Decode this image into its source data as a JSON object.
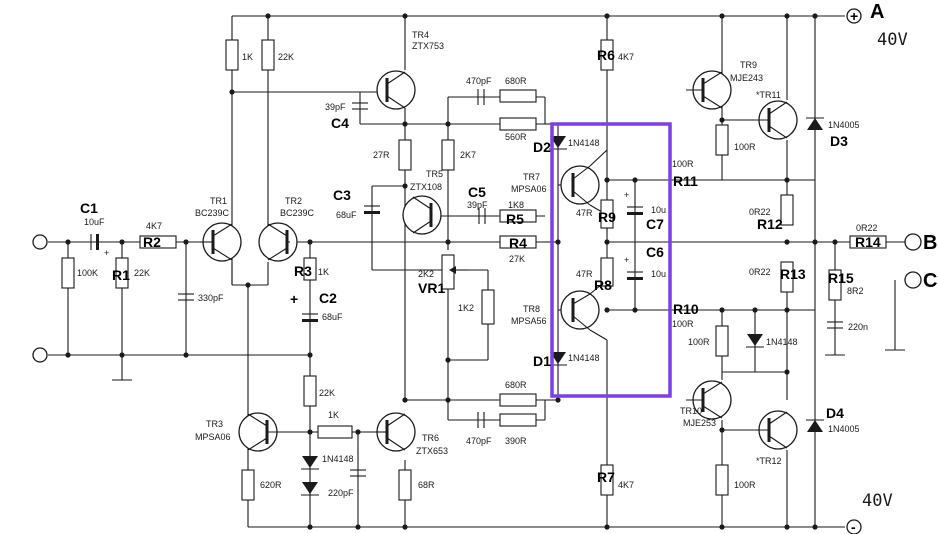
{
  "supply": {
    "top_terminal": "A",
    "top_voltage": "40V",
    "bottom_voltage": "40V",
    "plus_sign": "+",
    "minus_sign": "-"
  },
  "outputs": {
    "b": "B",
    "c": "C"
  },
  "components": {
    "r_1k_top": "1K",
    "r_22k_top": "22K",
    "tr4_name": "TR4",
    "tr4_type": "ZTX753",
    "c_39pf": "39pF",
    "c4": "C4",
    "c_470pf_top": "470pF",
    "r_680r_top": "680R",
    "r_560r": "560R",
    "r6": "R6",
    "r6_val": "4K7",
    "tr9_name": "TR9",
    "tr9_type": "MJE243",
    "tr11_name": "*TR11",
    "r_100r_tr9": "100R",
    "d3_type": "1N4005",
    "d3": "D3",
    "d2": "D2",
    "d2_type": "1N4148",
    "r_27r": "27R",
    "r_2k7": "2K7",
    "tr5_name": "TR5",
    "tr5_type": "ZTX108",
    "c3": "C3",
    "c3_val": "68uF",
    "c5": "C5",
    "c5_val": "39pF",
    "r5": "R5",
    "r5_val": "1K8",
    "tr7_name": "TR7",
    "tr7_type": "MPSA06",
    "r9": "R9",
    "r9_val": "47R",
    "c7": "C7",
    "c7_val": "10u",
    "r11": "R11",
    "r11_val": "100R",
    "r12": "R12",
    "r12_val": "0R22",
    "c1": "C1",
    "c1_val": "10uF",
    "r2": "R2",
    "r2_val": "4K7",
    "tr1_name": "TR1",
    "tr1_type": "BC239C",
    "tr2_name": "TR2",
    "tr2_type": "BC239C",
    "r4": "R4",
    "r4_val": "27K",
    "r14": "R14",
    "r14_val": "0R22",
    "r1": "R1",
    "r1_val": "22K",
    "r_100k": "100K",
    "r3": "R3",
    "r3_val": "1K",
    "c_330pf": "330pF",
    "vr1": "VR1",
    "vr1_val": "2K2",
    "r_1k2": "1K2",
    "c6": "C6",
    "c6_val": "10u",
    "r8": "R8",
    "r8_val": "47R",
    "r13": "R13",
    "r13_val": "0R22",
    "r15": "R15",
    "r15_val": "8R2",
    "c_220n": "220n",
    "c2": "C2",
    "c2_val": "68uF",
    "tr8_name": "TR8",
    "tr8_type": "MPSA56",
    "r10": "R10",
    "r10_val": "100R",
    "r_100r_mid": "100R",
    "d_1n4148_mid": "1N4148",
    "d1": "D1",
    "d1_type": "1N4148",
    "r_22k_mid": "22K",
    "r_680r_bot": "680R",
    "tr10_name": "TR10",
    "tr10_type": "MJE253",
    "tr3_name": "TR3",
    "tr3_type": "MPSA06",
    "r_1k_bot": "1K",
    "tr6_name": "TR6",
    "tr6_type": "ZTX653",
    "c_470pf_bot": "470pF",
    "r_390r": "390R",
    "d4": "D4",
    "d4_type": "1N4005",
    "d_1n4148_bot": "1N4148",
    "r7": "R7",
    "r7_val": "4K7",
    "tr12_name": "*TR12",
    "r_620r": "620R",
    "c_220pf": "220pF",
    "r_68r": "68R",
    "r_100r_bot": "100R"
  },
  "highlight": {
    "color": "#7b3fe4"
  }
}
